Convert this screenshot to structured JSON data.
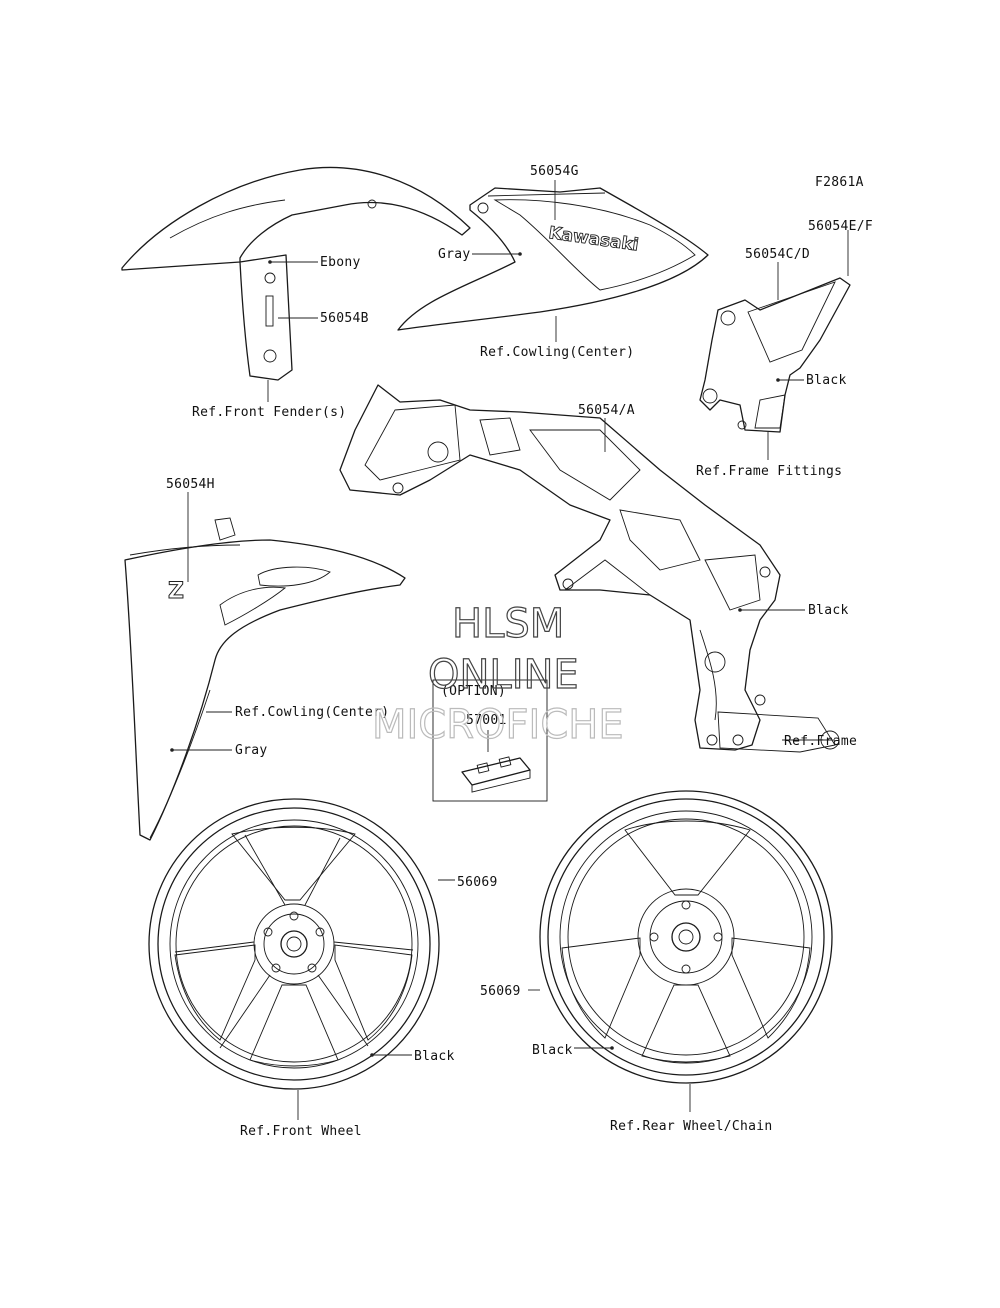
{
  "figure_code": "F2861A",
  "watermark": {
    "line1": "HLSM",
    "line2": "ONLINE",
    "line3": "MICROFICHE"
  },
  "option_box": {
    "title": "(OPTION)",
    "part_no": "57001"
  },
  "labels": {
    "cowling_top_part": "56054G",
    "cowling_top_color": "Gray",
    "cowling_top_ref": "Ref.Cowling(Center)",
    "fender_color": "Ebony",
    "fender_part": "56054B",
    "fender_ref": "Ref.Front Fender(s)",
    "fittings_part_ef": "56054E/F",
    "fittings_part_cd": "56054C/D",
    "fittings_color": "Black",
    "fittings_ref": "Ref.Frame Fittings",
    "frame_part": "56054/A",
    "frame_color": "Black",
    "frame_ref": "Ref.Frame",
    "side_cowl_part": "56054H",
    "side_cowl_ref": "Ref.Cowling(Center)",
    "side_cowl_color": "Gray",
    "front_wheel_part": "56069",
    "front_wheel_color": "Black",
    "front_wheel_ref": "Ref.Front Wheel",
    "rear_wheel_part": "56069",
    "rear_wheel_color": "Black",
    "rear_wheel_ref": "Ref.Rear Wheel/Chain"
  },
  "decals": {
    "brand": "Kawasaki",
    "model": "Z"
  }
}
